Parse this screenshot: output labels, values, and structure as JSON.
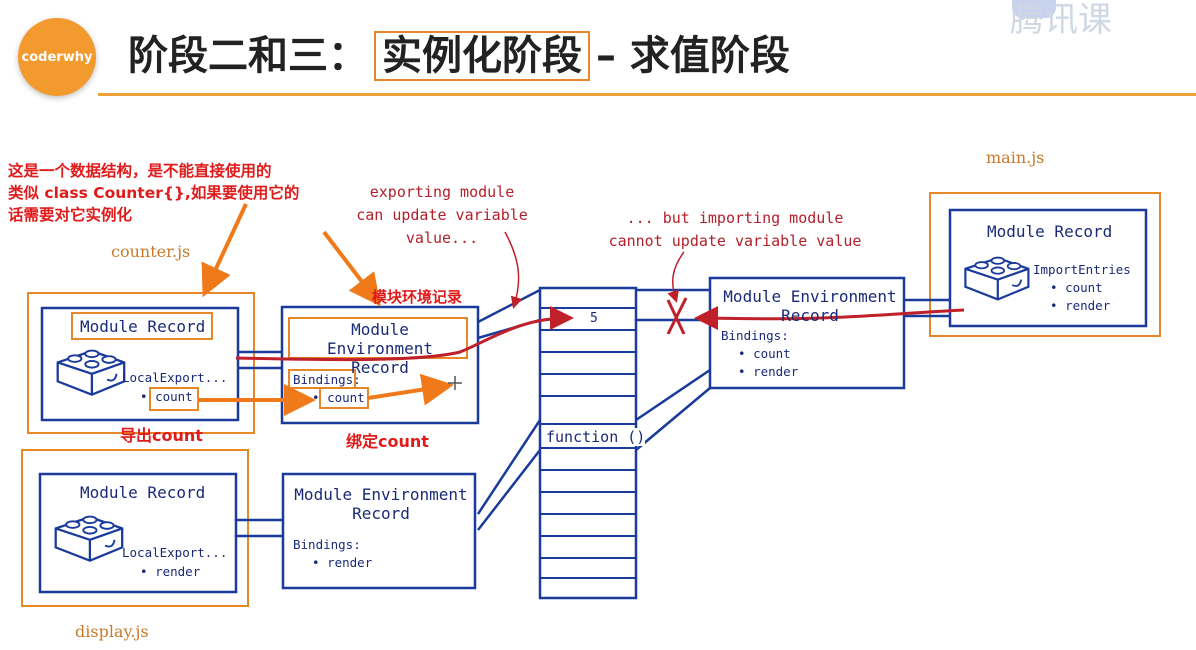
{
  "header": {
    "logo_text": "coderwhy",
    "title_prefix": "阶段二和三：",
    "title_boxed": "实例化阶段",
    "title_suffix": "– 求值阶段",
    "watermark": "腾讯课"
  },
  "note": {
    "line1": "这是一个数据结构，是不能直接使用的",
    "line2": "类似 class Counter{},如果要使用它的",
    "line3": "话需要对它实例化"
  },
  "files": {
    "counter": "counter.js",
    "display": "display.js",
    "main": "main.js"
  },
  "captions": {
    "exporting_1": "exporting module",
    "exporting_2": "can update variable value...",
    "importing_1": "... but importing module",
    "importing_2": "cannot update variable value"
  },
  "annotations": {
    "env_record": "模块环境记录",
    "export_count": "导出count",
    "bind_count": "绑定count"
  },
  "counter_module": {
    "record_title": "Module Record",
    "local_exports": "LocalExport...",
    "export_item": "count",
    "env_title_1": "Module Environment",
    "env_title_2": "Record",
    "bindings": "Bindings:",
    "binding_item": "count"
  },
  "display_module": {
    "record_title": "Module Record",
    "local_exports": "LocalExport...",
    "export_item": "render",
    "env_title_1": "Module Environment",
    "env_title_2": "Record",
    "bindings": "Bindings:",
    "binding_item": "render"
  },
  "memory": {
    "value": "5",
    "function_label": "function ()"
  },
  "main_module": {
    "record_title": "Module Record",
    "import_entries": "ImportEntries",
    "import_item_1": "count",
    "import_item_2": "render",
    "env_title_1": "Module Environment",
    "env_title_2": "Record",
    "bindings": "Bindings:",
    "binding_item_1": "count",
    "binding_item_2": "render"
  },
  "colors": {
    "accent_orange": "#e8862a",
    "header_line": "#f0a23a",
    "diagram_blue": "#1a3a9c",
    "ink_red": "#c0202a",
    "note_red": "#e01b1b"
  },
  "icons": [
    "lego-brick-icon"
  ]
}
